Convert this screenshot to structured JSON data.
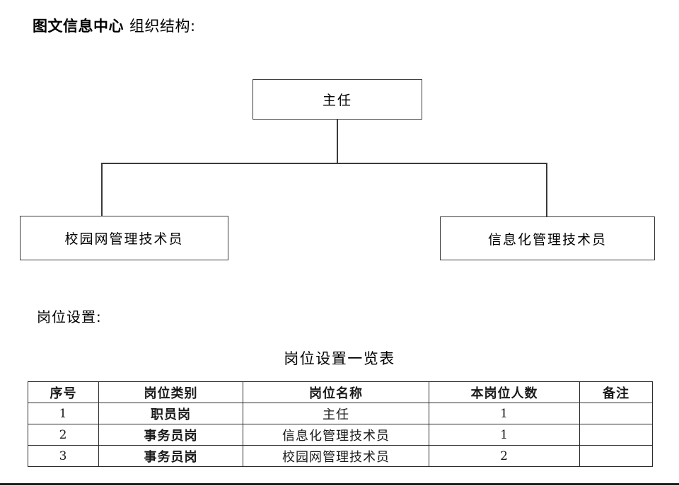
{
  "document": {
    "title_bold": "图文信息中心",
    "title_regular": "组织结构:",
    "section_label": "岗位设置:",
    "table_caption": "岗位设置一览表"
  },
  "org_chart": {
    "root": {
      "label": "主任"
    },
    "children": [
      {
        "label": "校园网管理技术员"
      },
      {
        "label": "信息化管理技术员"
      }
    ],
    "line_color": "#3a3a3a"
  },
  "position_table": {
    "headers": [
      "序号",
      "岗位类别",
      "岗位名称",
      "本岗位人数",
      "备注"
    ],
    "rows": [
      {
        "no": "1",
        "category": "职员岗",
        "name": "主任",
        "count": "1",
        "remark": ""
      },
      {
        "no": "2",
        "category": "事务员岗",
        "name": "信息化管理技术员",
        "count": "1",
        "remark": ""
      },
      {
        "no": "3",
        "category": "事务员岗",
        "name": "校园网管理技术员",
        "count": "2",
        "remark": ""
      }
    ],
    "border_color": "#2b2b2b"
  }
}
